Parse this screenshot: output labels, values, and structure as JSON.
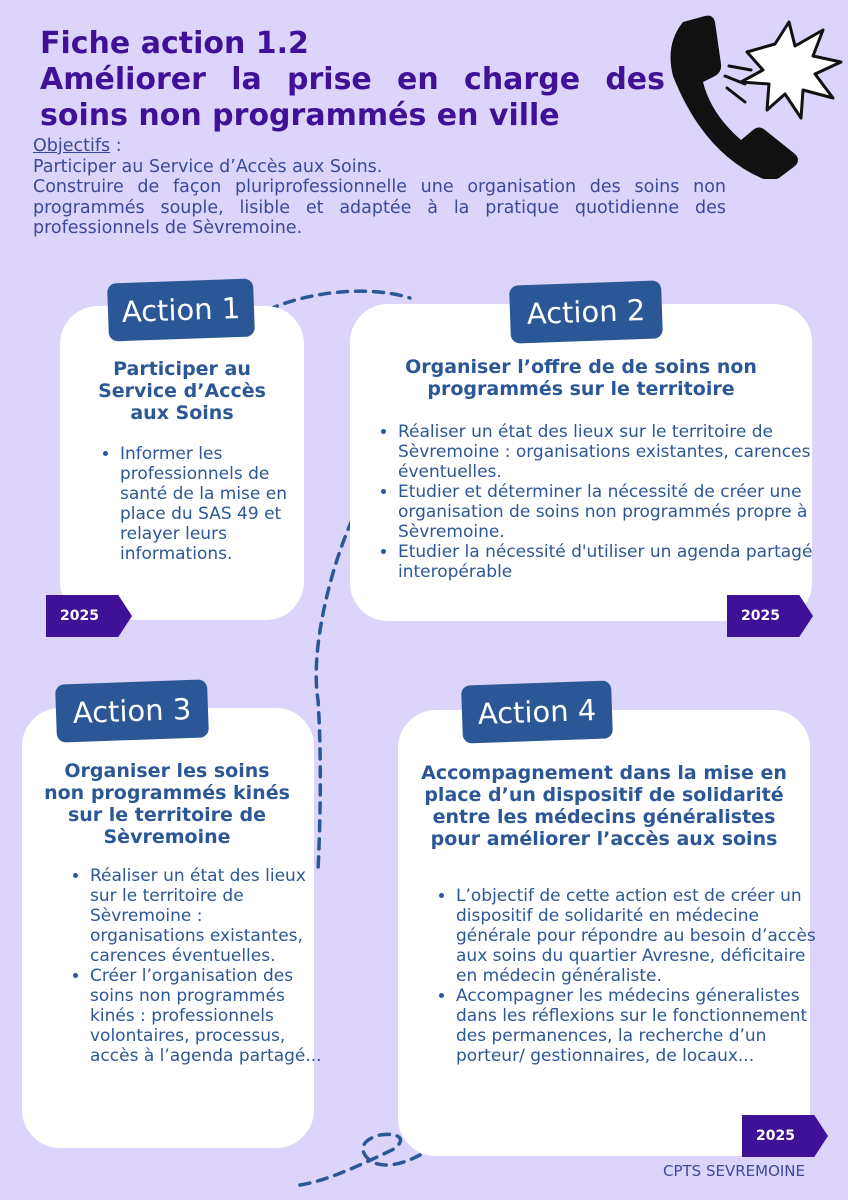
{
  "title": {
    "line1": "Fiche action 1.2",
    "line2": "Améliorer la prise en charge des",
    "line3": "soins non programmés en ville"
  },
  "objectives": {
    "heading": "Objectifs",
    "colon": " :",
    "line1": "Participer au Service d’Accès aux Soins.",
    "line2": "Construire de façon pluriprofessionnelle une organisation des soins non programmés souple, lisible et adaptée à la pratique quotidienne des professionnels de Sèvremoine."
  },
  "phone_icon": "telephone-ringing-icon",
  "colors": {
    "background": "#ddd4fb",
    "title": "#3e1196",
    "badge": "#2c5797",
    "year": "#3e1196"
  },
  "actions": [
    {
      "badge": "Action 1",
      "title": "Participer au Service d’Accès aux Soins",
      "bullets": [
        "Informer les professionnels de santé de la mise en place du SAS 49 et relayer leurs informations."
      ],
      "year": "2025"
    },
    {
      "badge": "Action 2",
      "title": "Organiser l’offre de de soins non programmés sur le territoire",
      "bullets": [
        "Réaliser un état des lieux sur le territoire de Sèvremoine : organisations existantes, carences éventuelles.",
        "Etudier et déterminer la nécessité de créer une organisation de soins non programmés propre à Sèvremoine.",
        "Etudier la nécessité d'utiliser un agenda partagé interopérable"
      ],
      "year": "2025"
    },
    {
      "badge": "Action 3",
      "title": "Organiser les soins non programmés kinés sur le territoire de Sèvremoine",
      "bullets": [
        "Réaliser un état des lieux sur le territoire de Sèvremoine : organisations existantes, carences éventuelles.",
        "Créer l’organisation des soins non programmés kinés : professionnels volontaires, processus, accès à l’agenda partagé..."
      ]
    },
    {
      "badge": "Action 4",
      "title": "Accompagnement dans la mise en place d’un dispositif de solidarité entre les médecins généralistes pour améliorer l’accès aux soins",
      "bullets": [
        "L’objectif de cette action est de créer un dispositif de solidarité en médecine générale pour répondre au besoin d’accès aux soins du quartier Avresne, déficitaire en médecin généraliste.",
        "Accompagner les médecins géneralistes dans les réflexions sur le fonctionnement des permanences, la recherche d’un porteur/ gestionnaires, de locaux..."
      ],
      "year": "2025"
    }
  ],
  "footer": "CPTS SEVREMOINE"
}
